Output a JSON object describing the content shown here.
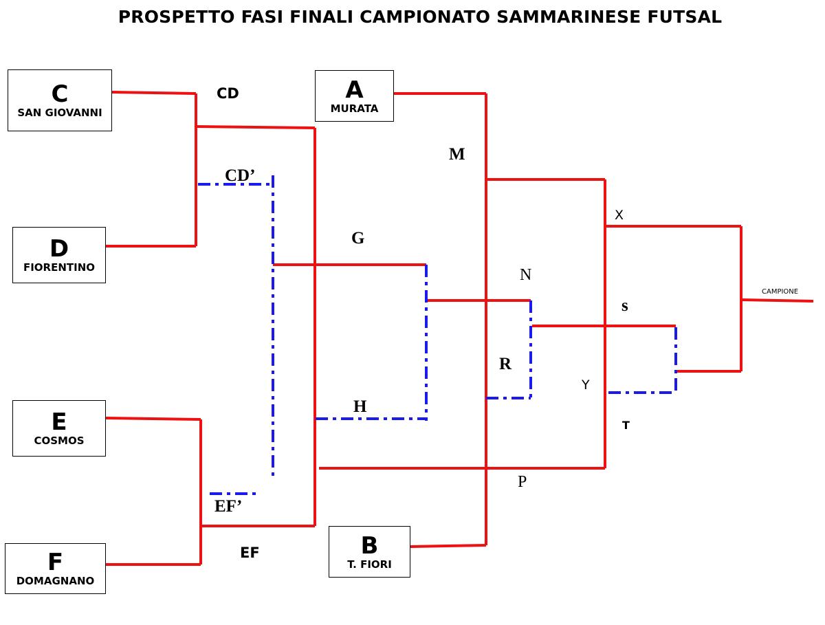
{
  "title": "PROSPETTO FASI FINALI CAMPIONATO SAMMARINESE FUTSAL",
  "teams": {
    "c": {
      "code": "C",
      "name": "SAN GIOVANNI"
    },
    "d": {
      "code": "D",
      "name": "FIORENTINO"
    },
    "e": {
      "code": "E",
      "name": "COSMOS"
    },
    "f": {
      "code": "F",
      "name": "DOMAGNANO"
    },
    "a": {
      "code": "A",
      "name": "MURATA"
    },
    "b": {
      "code": "B",
      "name": "T. FIORI"
    }
  },
  "labels": {
    "cd": "CD",
    "cd_prime": "CD’",
    "ef": "EF",
    "ef_prime": "EF’",
    "g": "G",
    "h": "H",
    "m": "M",
    "n": "N",
    "p": "P",
    "r": "R",
    "s": "s",
    "t": "T",
    "x": "X",
    "y": "Y",
    "campione": "CAMPIONE"
  },
  "colors": {
    "winner_path": "#ee1111",
    "loser_path": "#1a1aee"
  }
}
